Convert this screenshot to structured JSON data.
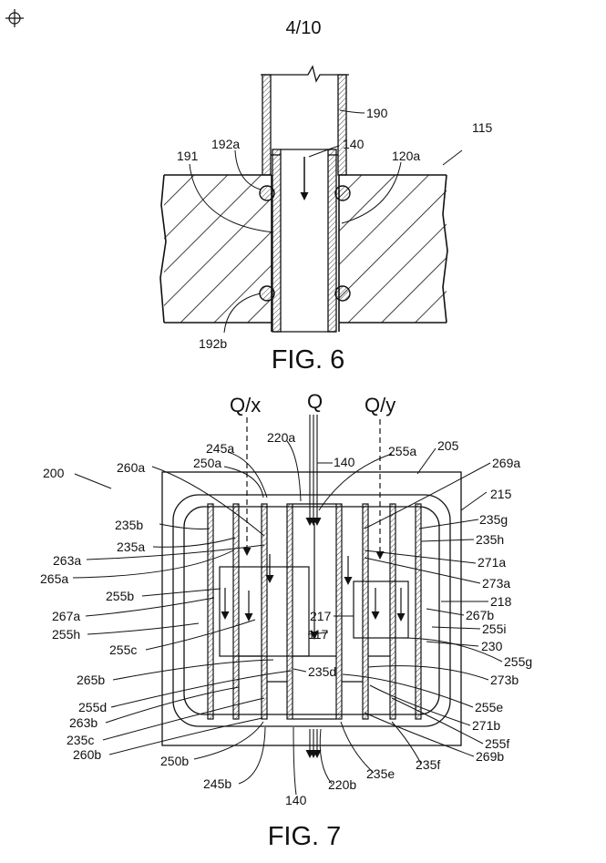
{
  "page_label": "4/10",
  "fig6": {
    "caption": "FIG. 6",
    "labels": {
      "l190": "190",
      "l115": "115",
      "l192a": "192a",
      "l140": "140",
      "l191": "191",
      "l120a": "120a",
      "l192b": "192b"
    }
  },
  "fig7": {
    "caption": "FIG. 7",
    "flow": {
      "qx": "Q/x",
      "q": "Q",
      "qy": "Q/y"
    },
    "labels": {
      "l200": "200",
      "l245a": "245a",
      "l220a": "220a",
      "l205": "205",
      "l250a": "250a",
      "l140t": "140",
      "l255a": "255a",
      "l269a": "269a",
      "l260a": "260a",
      "l215": "215",
      "l235b": "235b",
      "l235g": "235g",
      "l235a": "235a",
      "l235h": "235h",
      "l263a": "263a",
      "l271a": "271a",
      "l265a": "265a",
      "l273a": "273a",
      "l255b": "255b",
      "l218": "218",
      "l267a": "267a",
      "l217": "217",
      "l267b": "267b",
      "l255h": "255h",
      "l117": "117",
      "l255i": "255i",
      "l230": "230",
      "l255c": "255c",
      "l255g": "255g",
      "l235d": "235d",
      "l265b": "265b",
      "l273b": "273b",
      "l255d": "255d",
      "l255e": "255e",
      "l263b": "263b",
      "l271b": "271b",
      "l235c": "235c",
      "l255f": "255f",
      "l260b": "260b",
      "l269b": "269b",
      "l250b": "250b",
      "l235e": "235e",
      "l235f": "235f",
      "l245b": "245b",
      "l220b": "220b",
      "l140b": "140"
    }
  }
}
